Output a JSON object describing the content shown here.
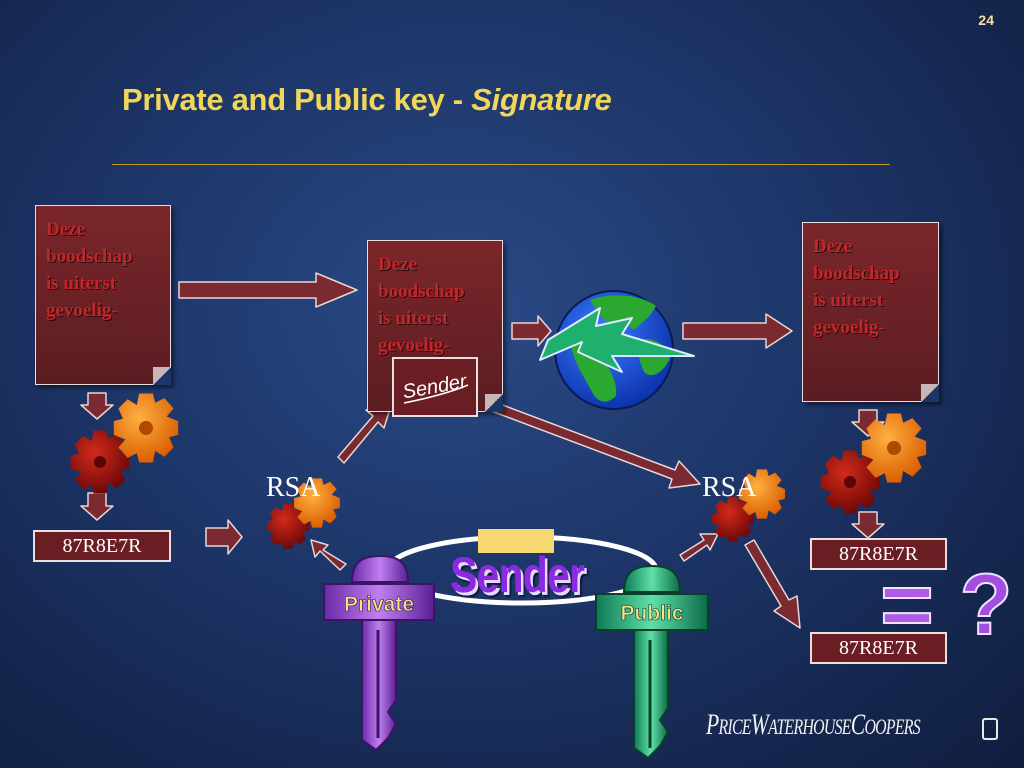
{
  "slide": {
    "number": "24",
    "title_prefix": "Private and Public key - ",
    "title_emphasis": "Signature"
  },
  "documents": {
    "message_text": "Deze\nboodschap\nis uiterst\ngevoelig-"
  },
  "hash_values": {
    "left": "87R8E7R",
    "right_top": "87R8E7R",
    "right_bottom": "87R8E7R"
  },
  "algorithm": {
    "left_label": "RSA",
    "right_label": "RSA"
  },
  "signature": {
    "handwriting": "Sender"
  },
  "keys": {
    "private_label": "Private",
    "public_label": "Public",
    "owner_label": "Sender"
  },
  "comparison": {
    "equals": "=",
    "question": "?"
  },
  "branding": {
    "logo_text": "PRICEWATERHOUSECOOPERS",
    "logo_display_main": [
      "P",
      "RICE",
      "W",
      "ATERHOUSE",
      "C",
      "OOPERS"
    ]
  },
  "colors": {
    "title": "#f2d65a",
    "document_fill": "#6a1e24",
    "document_text": "#c0262a",
    "arrow_fill": "#7a2a30",
    "gear_orange": "#f07a10",
    "gear_red": "#a8140c",
    "private_key": "#9a4fd6",
    "public_key": "#1fb27a"
  }
}
